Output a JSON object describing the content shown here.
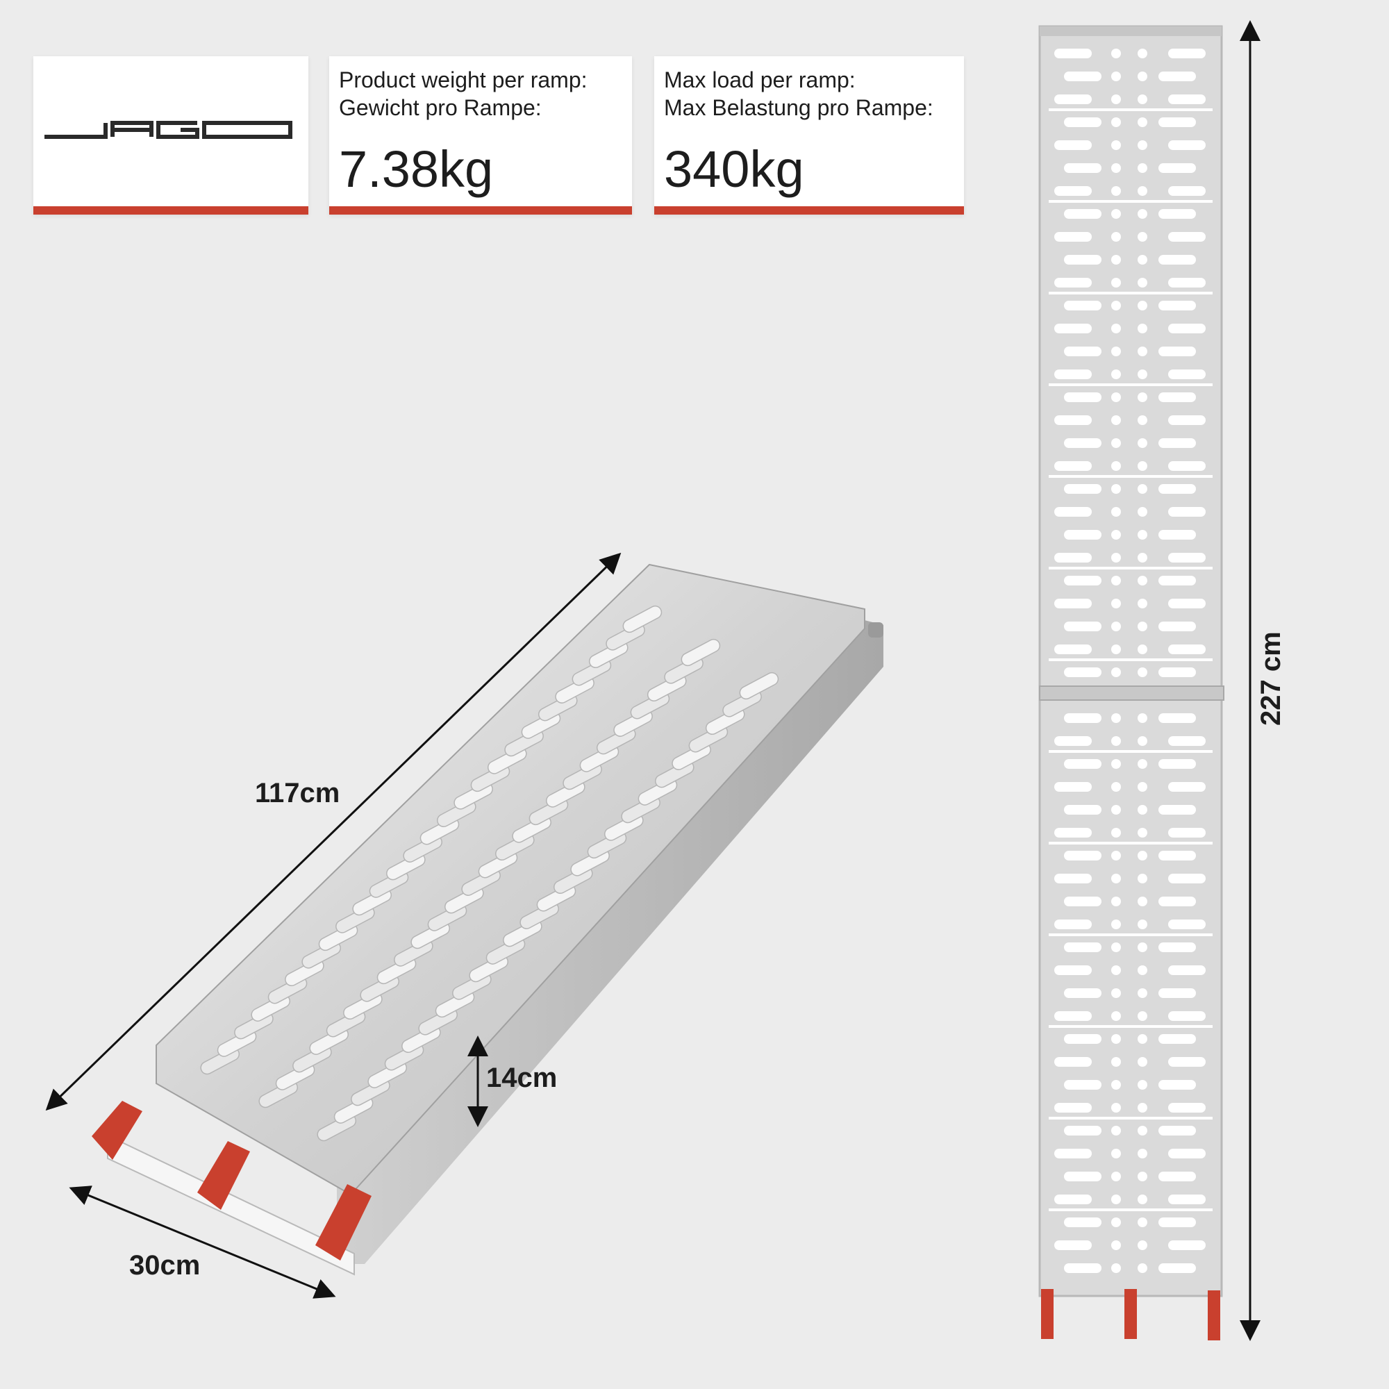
{
  "brand": {
    "logo_text": "JAGO"
  },
  "specs": {
    "weight": {
      "label_en": "Product weight per ramp:",
      "label_de": "Gewicht pro Rampe:",
      "value": "7.38kg"
    },
    "load": {
      "label_en": "Max load per ramp:",
      "label_de": "Max Belastung pro Rampe:",
      "value": "340kg"
    }
  },
  "dimensions": {
    "length_folded": "117cm",
    "height": "14cm",
    "width": "30cm",
    "length_unfolded": "227 cm"
  },
  "colors": {
    "accent_red": "#c9402e",
    "background": "#ececec",
    "aluminium": "#d9d9d9",
    "text": "#1d1d1d"
  }
}
